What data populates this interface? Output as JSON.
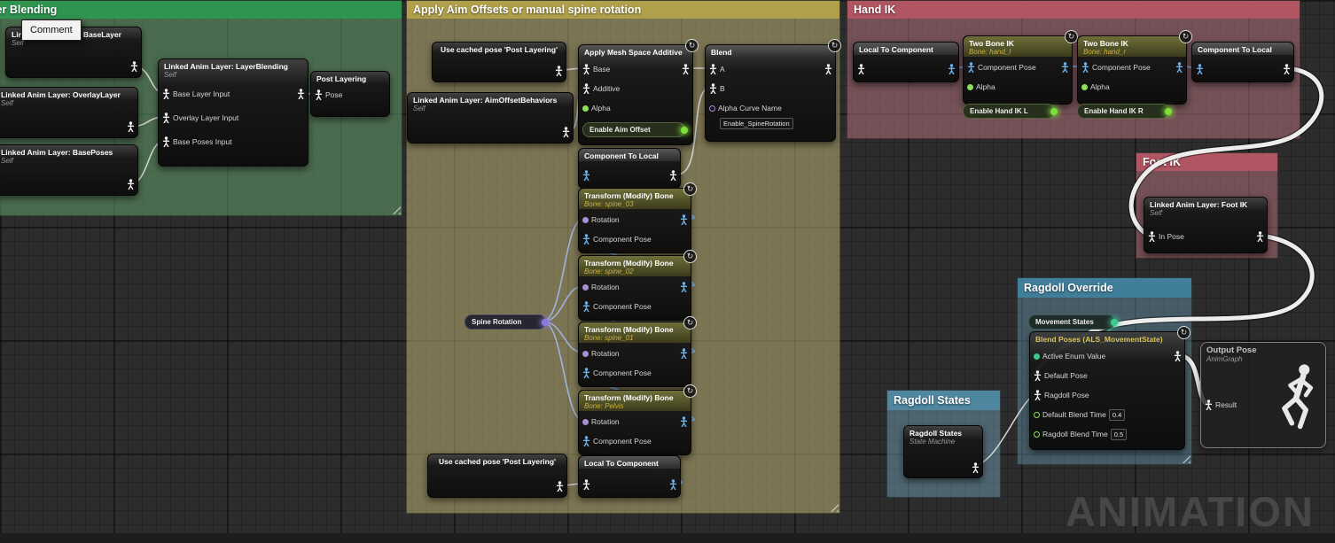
{
  "canvas": {
    "watermark": "ANIMATION"
  },
  "tooltip": {
    "label": "Comment"
  },
  "comments": {
    "layer_blending": {
      "title": "Layer Blending"
    },
    "aim_offsets": {
      "title": "Apply Aim Offsets or manual spine rotation"
    },
    "hand_ik": {
      "title": "Hand IK"
    },
    "foot_ik": {
      "title": "Foot IK"
    },
    "ragdoll_override": {
      "title": "Ragdoll Override"
    },
    "ragdoll_states": {
      "title": "Ragdoll States"
    }
  },
  "nodes": {
    "base_layer": {
      "title": "Linked Anim Layer: BaseLayer",
      "subtitle": "Self"
    },
    "overlay_layer": {
      "title": "Linked Anim Layer: OverlayLayer",
      "subtitle": "Self"
    },
    "base_poses": {
      "title": "Linked Anim Layer: BasePoses",
      "subtitle": "Self"
    },
    "layer_blending": {
      "title": "Linked Anim Layer: LayerBlending",
      "subtitle": "Self",
      "pin_base": "Base Layer Input",
      "pin_overlay": "Overlay Layer Input",
      "pin_poses": "Base Poses Input"
    },
    "post_layering": {
      "title": "Post Layering",
      "pin_pose": "Pose"
    },
    "use_cached_top": {
      "title": "Use cached pose 'Post Layering'"
    },
    "aim_offset_behaviors": {
      "title": "Linked Anim Layer: AimOffsetBehaviors",
      "subtitle": "Self"
    },
    "apply_mesh_space_additive": {
      "title": "Apply Mesh Space Additive",
      "pin_base": "Base",
      "pin_additive": "Additive",
      "pin_alpha": "Alpha",
      "toggle": "Enable Aim Offset"
    },
    "blend": {
      "title": "Blend",
      "pin_a": "A",
      "pin_b": "B",
      "alpha_curve_label": "Alpha Curve Name",
      "alpha_curve_value": "Enable_SpineRotation"
    },
    "component_to_local_spine": {
      "title": "Component To Local"
    },
    "transform_bones": [
      {
        "title": "Transform (Modify) Bone",
        "subtitle": "Bone: spine_03",
        "pin_rotation": "Rotation",
        "pin_component_pose": "Component Pose"
      },
      {
        "title": "Transform (Modify) Bone",
        "subtitle": "Bone: spine_02",
        "pin_rotation": "Rotation",
        "pin_component_pose": "Component Pose"
      },
      {
        "title": "Transform (Modify) Bone",
        "subtitle": "Bone: spine_01",
        "pin_rotation": "Rotation",
        "pin_component_pose": "Component Pose"
      },
      {
        "title": "Transform (Modify) Bone",
        "subtitle": "Bone: Pelvis",
        "pin_rotation": "Rotation",
        "pin_component_pose": "Component Pose"
      }
    ],
    "spine_rotation": {
      "label": "Spine Rotation"
    },
    "use_cached_bottom": {
      "title": "Use cached pose 'Post Layering'"
    },
    "local_to_component_spine": {
      "title": "Local To Component"
    },
    "local_to_component_hand": {
      "title": "Local To Component"
    },
    "two_bone_ik_left": {
      "title": "Two Bone IK",
      "subtitle": "Bone: hand_l",
      "pin_component_pose": "Component Pose",
      "pin_alpha": "Alpha",
      "toggle": "Enable Hand IK L"
    },
    "two_bone_ik_right": {
      "title": "Two Bone IK",
      "subtitle": "Bone: hand_r",
      "pin_component_pose": "Component Pose",
      "pin_alpha": "Alpha",
      "toggle": "Enable Hand IK R"
    },
    "component_to_local_hand": {
      "title": "Component To Local"
    },
    "foot_ik": {
      "title": "Linked Anim Layer: Foot IK",
      "subtitle": "Self",
      "pin_in_pose": "In Pose"
    },
    "movement_states": {
      "label": "Movement States"
    },
    "blend_poses": {
      "title": "Blend Poses (ALS_MovementState)",
      "pin_enum": "Active Enum Value",
      "pin_default_pose": "Default Pose",
      "pin_ragdoll_pose": "Ragdoll Pose",
      "pin_default_time": "Default Blend Time",
      "default_time_value": "0.4",
      "pin_ragdoll_time": "Ragdoll Blend Time",
      "ragdoll_time_value": "0.5"
    },
    "ragdoll_states": {
      "title": "Ragdoll States",
      "subtitle": "State Machine"
    },
    "output_pose": {
      "title": "Output Pose",
      "subtitle": "AnimGraph",
      "pin_result": "Result"
    }
  },
  "colors": {
    "comment_green": "#2e9450",
    "comment_tan": "#b1a04b",
    "comment_red": "#b05562",
    "comment_steel_blue": "#417e99",
    "comment_light_blue": "#4f86a0",
    "wire_pose": "#ededed",
    "pin_component_pose": "#6fb1ea",
    "pin_rotation": "#a88fd8",
    "pin_float": "#8ce05a",
    "pin_enum": "#3ecb91",
    "toggle_on": "#7ddf3a"
  }
}
